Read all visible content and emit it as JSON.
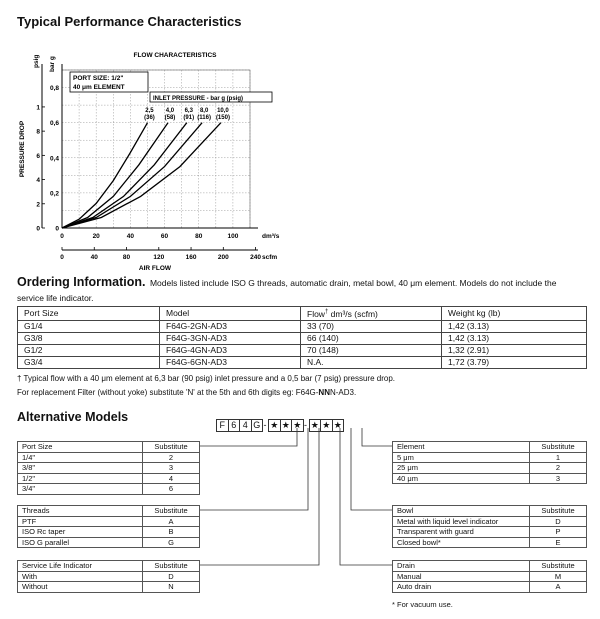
{
  "section_title": "Typical Performance Characteristics",
  "chart_data": {
    "type": "line",
    "title": "FLOW CHARACTERISTICS",
    "ylabel": "PRESSURE DROP",
    "xlabel": "AIR FLOW",
    "y_units": [
      "bar g",
      "psig"
    ],
    "x_units": [
      "dm³/s",
      "scfm"
    ],
    "y_bar_ticks": [
      "0",
      "0,2",
      "0,4",
      "0,6",
      "0,8"
    ],
    "y_psig_ticks": [
      "0",
      "2",
      "4",
      "6",
      "8",
      "1"
    ],
    "x_dm3s_ticks": [
      "0",
      "20",
      "40",
      "60",
      "80",
      "100"
    ],
    "x_scfm_ticks": [
      "0",
      "40",
      "80",
      "120",
      "160",
      "200",
      "240"
    ],
    "xlim_dm3s": [
      0,
      110
    ],
    "ylim_bar": [
      0,
      0.9
    ],
    "box_lines": [
      "PORT SIZE: 1/2\"",
      "40 μm ELEMENT"
    ],
    "legend_title": "INLET PRESSURE - bar g (psig)",
    "series": [
      {
        "name": "2,5",
        "sub": "(36)",
        "x": [
          0,
          10,
          20,
          30,
          40,
          50
        ],
        "y": [
          0,
          0.05,
          0.14,
          0.27,
          0.43,
          0.6
        ]
      },
      {
        "name": "4,0",
        "sub": "(58)",
        "x": [
          0,
          15,
          30,
          45,
          62
        ],
        "y": [
          0,
          0.06,
          0.18,
          0.36,
          0.6
        ]
      },
      {
        "name": "6,3",
        "sub": "(91)",
        "x": [
          0,
          18,
          36,
          54,
          73
        ],
        "y": [
          0,
          0.06,
          0.18,
          0.36,
          0.6
        ]
      },
      {
        "name": "8,0",
        "sub": "(116)",
        "x": [
          0,
          20,
          40,
          60,
          82
        ],
        "y": [
          0,
          0.06,
          0.18,
          0.35,
          0.6
        ]
      },
      {
        "name": "10,0",
        "sub": "(150)",
        "x": [
          0,
          23,
          46,
          69,
          93
        ],
        "y": [
          0,
          0.06,
          0.18,
          0.35,
          0.6
        ]
      }
    ]
  },
  "ordering": {
    "title": "Ordering Information.",
    "desc": "Models listed include ISO G threads, automatic drain, metal bowl, 40 μm element. Models do not include the",
    "desc2": "service life indicator.",
    "headers": [
      "Port Size",
      "Model",
      "Flow",
      "Weight kg (lb)"
    ],
    "flow_sup": "†",
    "flow_rest": " dm³/s (scfm)",
    "rows": [
      [
        "G1/4",
        "F64G-2GN-AD3",
        "33 (70)",
        "1,42 (3.13)"
      ],
      [
        "G3/8",
        "F64G-3GN-AD3",
        "66 (140)",
        "1,42 (3.13)"
      ],
      [
        "G1/2",
        "F64G-4GN-AD3",
        "70 (148)",
        "1,32 (2.91)"
      ],
      [
        "G3/4",
        "F64G-6GN-AD3",
        "N.A.",
        "1,72 (3.79)"
      ]
    ],
    "footnote": "† Typical flow with a 40 μm element at 6,3 bar (90 psig) inlet pressure and a 0,5 bar (7 psig) pressure drop.",
    "replacement_a": "For replacement Filter (without yoke) substitute 'N' at the 5th and 6th digits eg: F64G-",
    "replacement_b": "NN",
    "replacement_c": "N-AD3."
  },
  "alternative": {
    "title": "Alternative Models",
    "code": [
      "F",
      "6",
      "4",
      "G",
      "-",
      "★",
      "★",
      "★",
      "-",
      "★",
      "★",
      "★"
    ],
    "port_size": {
      "headers": [
        "Port Size",
        "Substitute"
      ],
      "rows": [
        [
          "1/4\"",
          "2"
        ],
        [
          "3/8\"",
          "3"
        ],
        [
          "1/2\"",
          "4"
        ],
        [
          "3/4\"",
          "6"
        ]
      ]
    },
    "threads": {
      "headers": [
        "Threads",
        "Substitute"
      ],
      "rows": [
        [
          "PTF",
          "A"
        ],
        [
          "ISO Rc taper",
          "B"
        ],
        [
          "ISO G parallel",
          "G"
        ]
      ]
    },
    "service": {
      "headers": [
        "Service Life Indicator",
        "Substitute"
      ],
      "rows": [
        [
          "With",
          "D"
        ],
        [
          "Without",
          "N"
        ]
      ]
    },
    "element": {
      "headers": [
        "Element",
        "Substitute"
      ],
      "rows": [
        [
          "5 μm",
          "1"
        ],
        [
          "25 μm",
          "2"
        ],
        [
          "40 μm",
          "3"
        ]
      ]
    },
    "bowl": {
      "headers": [
        "Bowl",
        "Substitute"
      ],
      "rows": [
        [
          "Metal with liquid level indicator",
          "D"
        ],
        [
          "Transparent with guard",
          "P"
        ],
        [
          "Closed bowl*",
          "E"
        ]
      ]
    },
    "drain": {
      "headers": [
        "Drain",
        "Substitute"
      ],
      "rows": [
        [
          "Manual",
          "M"
        ],
        [
          "Auto drain",
          "A"
        ]
      ]
    },
    "vacuum_note": "* For vacuum use."
  }
}
